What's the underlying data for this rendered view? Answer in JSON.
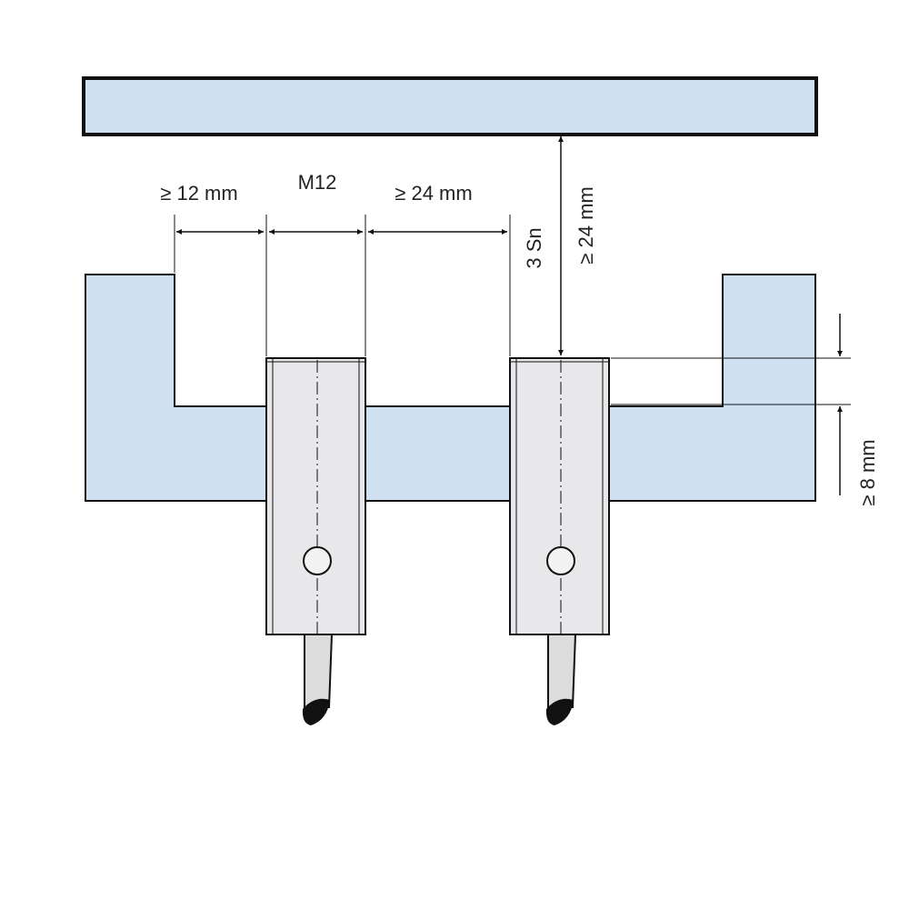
{
  "labels": {
    "gap_left": "≥ 12 mm",
    "sensor_size": "M12",
    "gap_between": "≥ 24 mm",
    "sensing_distance": "3 Sn",
    "gap_target": "≥ 24 mm",
    "flush_depth": "≥ 8 mm"
  },
  "colors": {
    "metal": "#cfe0f1",
    "sensor_body": "#e8e8ea",
    "outline": "#111111",
    "cable": "#dcdcdc"
  }
}
